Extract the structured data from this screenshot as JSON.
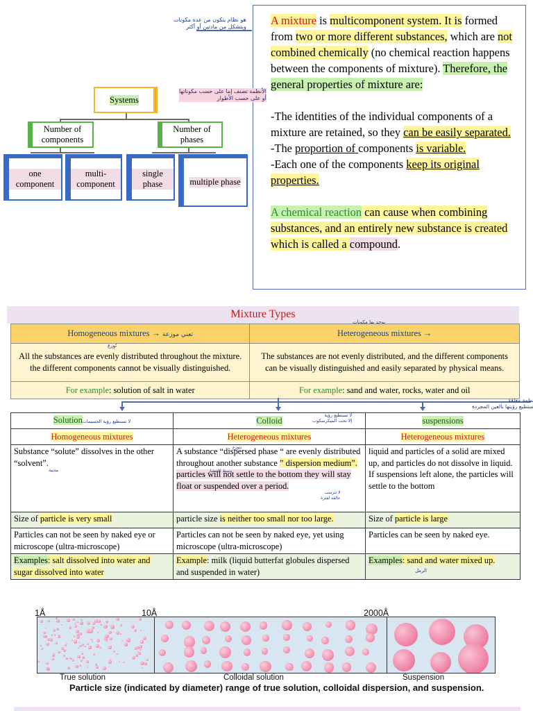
{
  "notes": {
    "top": [
      "هو نظام يتكون من عدة مكونات",
      "ويتشكل من مادتين أو أكثر"
    ],
    "systems": [
      "الأنظمة تصنف إما على حسب مكوناتها",
      "أو على حسب الأطوار"
    ],
    "heterogeneous": "يوجد بها مكونات",
    "homogeneous_arrow": "تعني موزعة",
    "evenly": "تُوزع",
    "solution": "لا تستطيع رؤية الجسيمات",
    "solvent": "مذيبة",
    "colloid": [
      "لا تستطيع رؤية",
      "إلا تحت الميكرسكوب"
    ],
    "suspension": [
      "أنظمة معلقة",
      "تستطيع رؤيتها بالعين المجردة"
    ],
    "dispersed": "يتوزع",
    "medium": "وسط الانتشار",
    "settle": [
      "لا تترسب",
      "عالقة لفترة"
    ],
    "sand": "الرمل"
  },
  "definition": {
    "mixture_word": "A mixture",
    "is": " is ",
    "multicomponent": "multicomponent system. It is",
    "line2a": "formed from ",
    "line2b": "two or more different substances,",
    "line3a": "which are ",
    "line3b": "not combined chemically",
    "line3c": " (no chemical reaction happens between the components of mixture). ",
    "line4": "Therefore, the general properties of mixture are:",
    "b1a": "-The identities of the individual components of a mixture are retained, so they ",
    "b1b": "can be easily separated.",
    "b2a": "-The ",
    "b2b": "proportion of ",
    "b2c": "components ",
    "b2d": "is variable.",
    "b3a": "-Each one of the  components ",
    "b3b": "keep its original properties.",
    "c1": "A chemical reaction",
    "c2": " can cause when ",
    "c3": "combining",
    "c4": "substances, and an entirely new substance is created which is called a ",
    "c5": "compound",
    "c6": "."
  },
  "tree": {
    "root": "Systems",
    "left": "Number of components",
    "right": "Number of phases",
    "leaves": [
      "one component",
      "multi-component",
      "single phase",
      "multiple phase"
    ]
  },
  "mixture_types": {
    "title": "Mixture Types",
    "homogeneous": {
      "header": "Homogeneous mixtures",
      "arrow": " → ",
      "body": "All the substances are evenly distributed throughout the mixture. the different components cannot be visually distinguished.",
      "example_label": "For example",
      "example": ": solution of salt in water"
    },
    "heterogeneous": {
      "header": "Heterogeneous mixtures",
      "arrow": " → ",
      "body": "The substances are not evenly distributed, and the different components can be visually distinguished and easily separated by physical means.",
      "example_label": "For example",
      "example": ": sand and water, rocks, water and oil"
    }
  },
  "comparison": {
    "headers": [
      "Solution",
      "Colloid",
      "suspensions"
    ],
    "types": [
      "Homogeneous mixtures",
      "Heterogeneous mixtures",
      "Heterogeneous mixtures"
    ],
    "def_solution": "Substance “solute” dissolves in the other “solvent”.",
    "def_colloid_a": "A substance “dispersed phase “ are evenly distributed throughout another substance ",
    "def_colloid_b": "” dispersion medium”.",
    "def_colloid_c": " particles will not settle to the bottom they will stay float or suspended over a period.",
    "def_suspension": "liquid and particles of a solid are mixed up, and particles do not dissolve in liquid. If suspensions left alone, the particles will settle to the bottom",
    "size": [
      {
        "a": "Size of ",
        "b": "particle is very small"
      },
      {
        "a": "particle size ",
        "b": "is neither too small nor too large."
      },
      {
        "a": "Size of ",
        "b": "particle is large"
      }
    ],
    "visibility": [
      "Particles can not be seen by naked eye or microscope (ultra-microscope)",
      "Particles can not be seen by naked eye, yet using microscope (ultra-microscope)",
      "Particles can be seen by naked eye."
    ],
    "examples": [
      {
        "label": "Examples",
        "text": ": salt dissolved into water and sugar dissolved into water"
      },
      {
        "label": "Example",
        "text": ": milk (liquid butterfat globules dispersed and suspended in water)"
      },
      {
        "label": "Examples",
        "text": ": sand and water mixed up."
      }
    ]
  },
  "figure": {
    "scale": [
      "1Å",
      "10Å",
      "2000Å"
    ],
    "zones": [
      "True solution",
      "Colloidal solution",
      "Suspension"
    ],
    "caption": "Particle size (indicated by diameter) range of true solution, colloidal dispersion, and suspension."
  }
}
